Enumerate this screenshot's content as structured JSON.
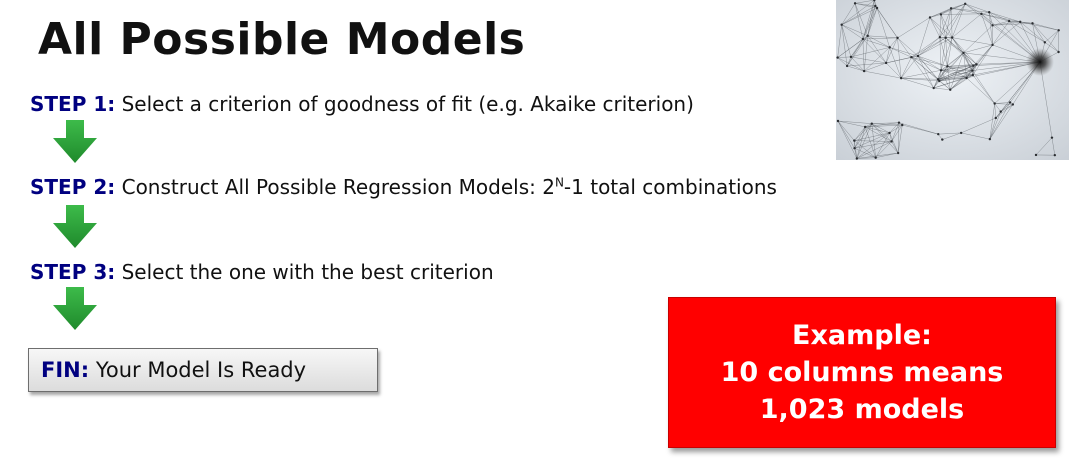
{
  "slide": {
    "title": "All Possible Models",
    "steps": [
      {
        "label": "STEP 1:",
        "text": "Select a criterion of goodness of fit (e.g. Akaike criterion)"
      },
      {
        "label": "STEP 2:",
        "text_before": "Construct All Possible Regression Models: 2",
        "superscript": "N",
        "text_after": "-1 total combinations"
      },
      {
        "label": "STEP 3:",
        "text": "Select the one with the best criterion"
      }
    ],
    "final": {
      "label": "FIN:",
      "text": "Your Model Is Ready"
    },
    "example": {
      "line1": "Example:",
      "line2": "10 columns means",
      "line3": "1,023 models"
    },
    "image": {
      "icon": "network-graph-image"
    },
    "colors": {
      "title": "#111111",
      "step_label": "#000080",
      "arrow": "#2e9e3a",
      "example_bg": "#ff0000",
      "example_text": "#ffffff"
    }
  }
}
